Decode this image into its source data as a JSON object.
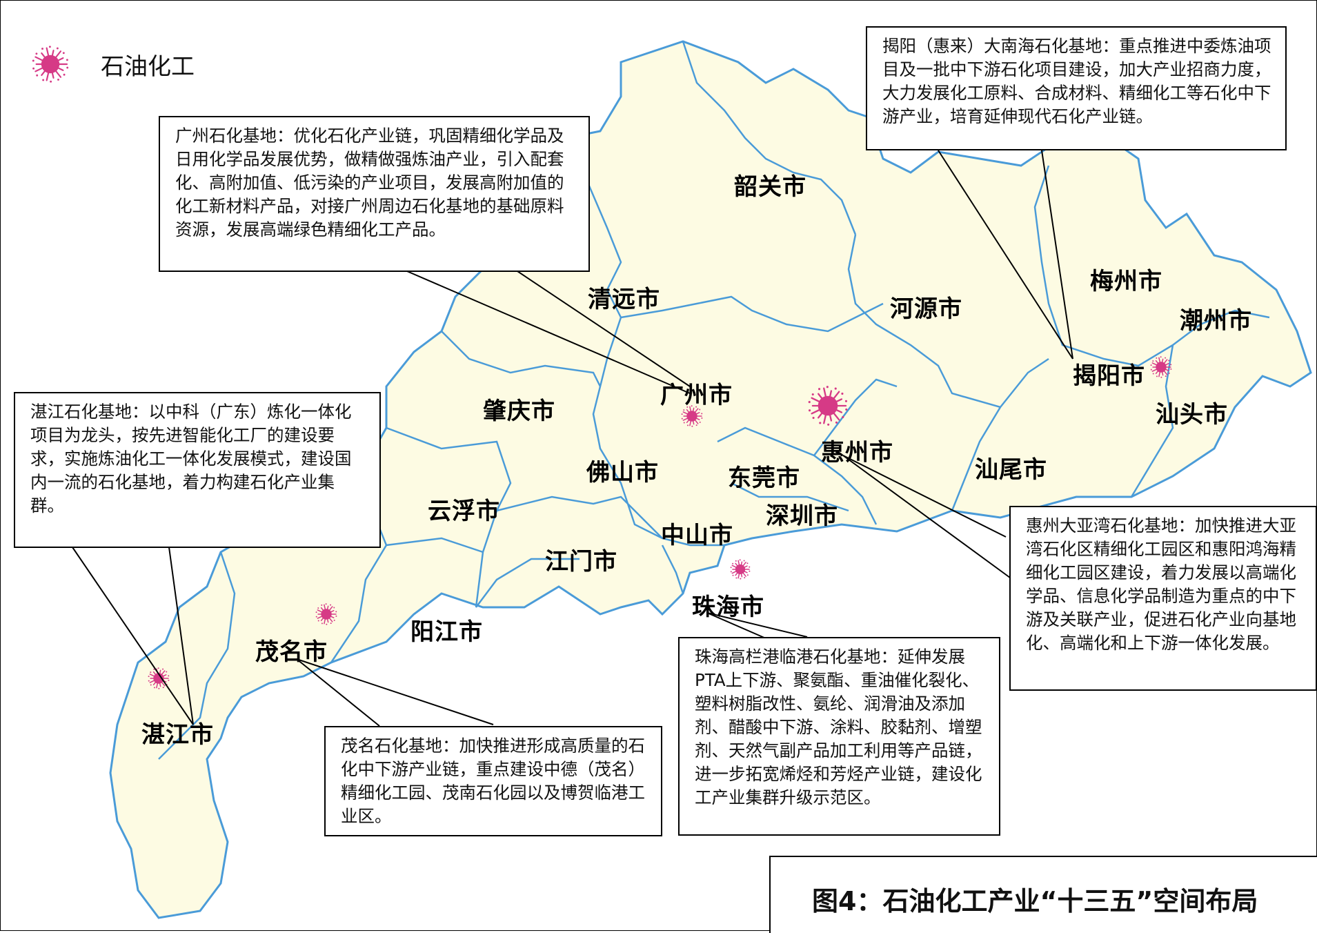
{
  "legend": {
    "label": "石油化工",
    "icon": "petrochemical-marker-icon",
    "color": "#d63a86"
  },
  "cities": [
    {
      "name": "韶关市",
      "key": "shaoguan"
    },
    {
      "name": "清远市",
      "key": "qingyuan"
    },
    {
      "name": "河源市",
      "key": "heyuan"
    },
    {
      "name": "梅州市",
      "key": "meizhou"
    },
    {
      "name": "潮州市",
      "key": "chaozhou"
    },
    {
      "name": "揭阳市",
      "key": "jieyang"
    },
    {
      "name": "汕头市",
      "key": "shantou"
    },
    {
      "name": "广州市",
      "key": "guangzhou"
    },
    {
      "name": "肇庆市",
      "key": "zhaoqing"
    },
    {
      "name": "惠州市",
      "key": "huizhou"
    },
    {
      "name": "汕尾市",
      "key": "shanwei"
    },
    {
      "name": "佛山市",
      "key": "foshan"
    },
    {
      "name": "东莞市",
      "key": "dongguan"
    },
    {
      "name": "深圳市",
      "key": "shenzhen"
    },
    {
      "name": "云浮市",
      "key": "yunfu"
    },
    {
      "name": "中山市",
      "key": "zhongshan"
    },
    {
      "name": "江门市",
      "key": "jiangmen"
    },
    {
      "name": "珠海市",
      "key": "zhuhai"
    },
    {
      "name": "阳江市",
      "key": "yangjiang"
    },
    {
      "name": "茂名市",
      "key": "maoming"
    },
    {
      "name": "湛江市",
      "key": "zhanjiang"
    }
  ],
  "callouts": {
    "guangzhou": "广州石化基地：优化石化产业链，巩固精细化学品及日用化学品发展优势，做精做强炼油产业，引入配套化、高附加值、低污染的产业项目，发展高附加值的化工新材料产品，对接广州周边石化基地的基础原料资源，发展高端绿色精细化工产品。",
    "jieyang": "揭阳（惠来）大南海石化基地：重点推进中委炼油项目及一批中下游石化项目建设，加大产业招商力度，大力发展化工原料、合成材料、精细化工等石化中下游产业，培育延伸现代石化产业链。",
    "zhanjiang": "湛江石化基地：以中科（广东）炼化一体化项目为龙头，按先进智能化工厂的建设要求，实施炼油化工一体化发展模式，建设国内一流的石化基地，着力构建石化产业集群。",
    "huizhou": "惠州大亚湾石化基地：加快推进大亚湾石化区精细化工园区和惠阳鸿海精细化工园区建设，着力发展以高端化学品、信息化学品制造为重点的中下游及关联产业，促进石化产业向基地化、高端化和上下游一体化发展。",
    "zhuhai": "珠海高栏港临港石化基地：延伸发展PTA上下游、聚氨酯、重油催化裂化、塑料树脂改性、氨纶、润滑油及添加剂、醋酸中下游、涂料、胶黏剂、增塑剂、天然气副产品加工利用等产品链，进一步拓宽烯烃和芳烃产业链，建设化工产业集群升级示范区。",
    "maoming": "茂名石化基地：加快推进形成高质量的石化中下游产业链，重点建设中德（茂名）精细化工园、茂南石化园以及博贺临港工业区。"
  },
  "caption": "图4：石油化工产业“十三五”空间布局",
  "colors": {
    "land": "#fdfbe3",
    "border": "#4a9bd8",
    "marker": "#d63a86"
  }
}
